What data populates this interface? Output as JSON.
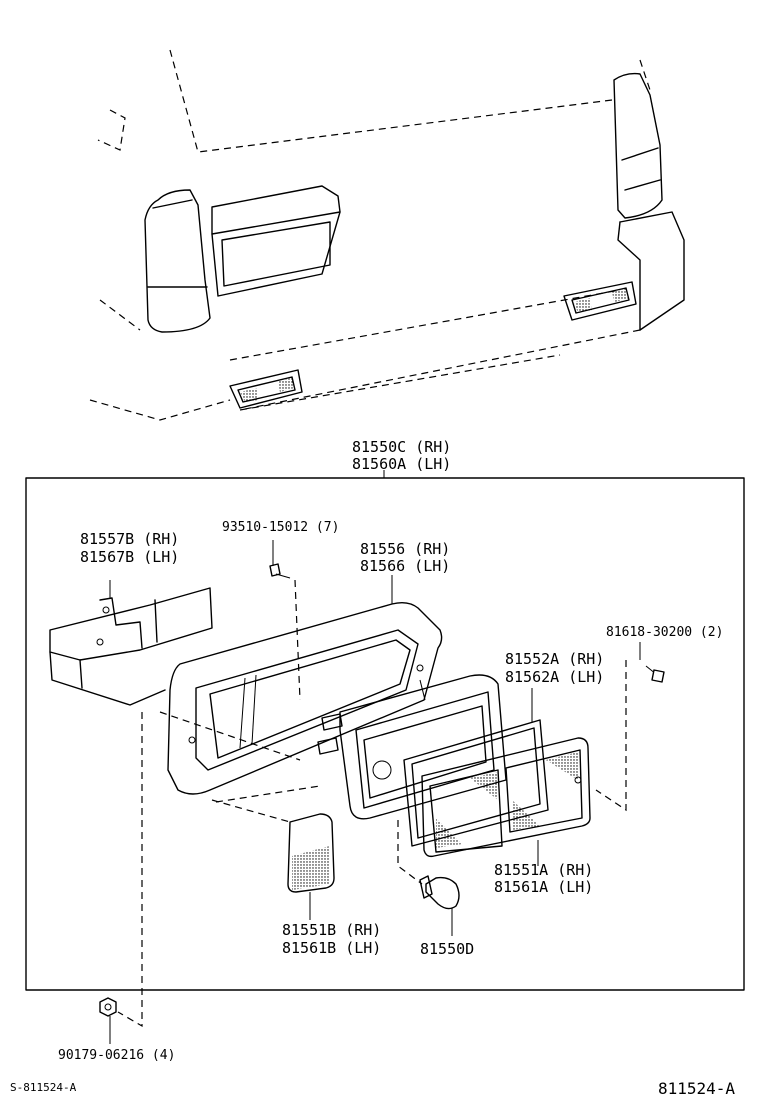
{
  "labels": {
    "assembly_rh": "81550C (RH)",
    "assembly_lh": "81560A (LH)",
    "bracket_rh": "81557B (RH)",
    "bracket_lh": "81567B (LH)",
    "screw_top": "93510-15012 (7)",
    "housing_rh": "81556 (RH)",
    "housing_lh": "81566 (LH)",
    "screw_right": "81618-30200 (2)",
    "gasket_rh": "81552A (RH)",
    "gasket_lh": "81562A (LH)",
    "lens_rh": "81551A (RH)",
    "lens_lh": "81561A (LH)",
    "reflector_rh": "81551B (RH)",
    "reflector_lh": "81561B (LH)",
    "bulb": "81550D",
    "nut": "90179-06216 (4)",
    "ref_left": "S-811524-A",
    "ref_right": "811524-A"
  }
}
